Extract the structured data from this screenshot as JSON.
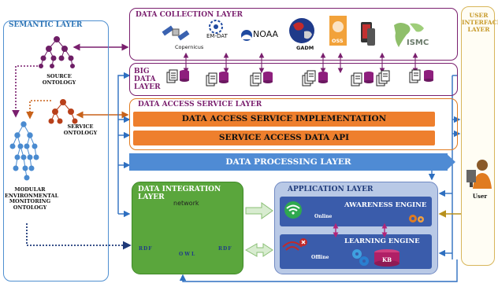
{
  "layers": {
    "semantic": "SEMANTIC LAYER",
    "user_interface": "USER INTERFACE LAYER",
    "data_collection": "DATA COLLECTION LAYER",
    "big_data": "BIG DATA LAYER",
    "data_access_service": "DATA ACCESS SERVICE LAYER",
    "data_processing": "DATA PROCESSING LAYER",
    "data_integration": "DATA INTEGRATION LAYER",
    "application": "APPLICATION LAYER"
  },
  "ontologies": {
    "source": "SOURCE ONTOLOGY",
    "service": "SERVICE ONTOLOGY",
    "modular": "MODULAR ENVIRONMENTAL MONITORING ONTOLOGY"
  },
  "data_access": {
    "implementation": "DATA ACCESS SERVICE IMPLEMENTATION",
    "api": "SERVICE ACCESS DATA API"
  },
  "sources": {
    "copernicus": "Copernicus",
    "emdat": "EM-DAT",
    "noaa": "NOAA",
    "gadm": "GADM",
    "oss": "OSS",
    "ismc": "ISMC"
  },
  "integration": {
    "network": "network",
    "rdf": "RDF",
    "owl": "OWL"
  },
  "application": {
    "awareness": "AWARENESS ENGINE",
    "learning": "LEARNING ENGINE",
    "online": "Online",
    "offline": "Offline",
    "kb": "KB"
  },
  "user": "User",
  "colors": {
    "purple": "#7a1f6e",
    "orange": "#e07b20",
    "blue": "#4f8bd4",
    "green": "#5aa63c",
    "app_bg": "#b9c9e6",
    "engine": "#3a5cab"
  }
}
